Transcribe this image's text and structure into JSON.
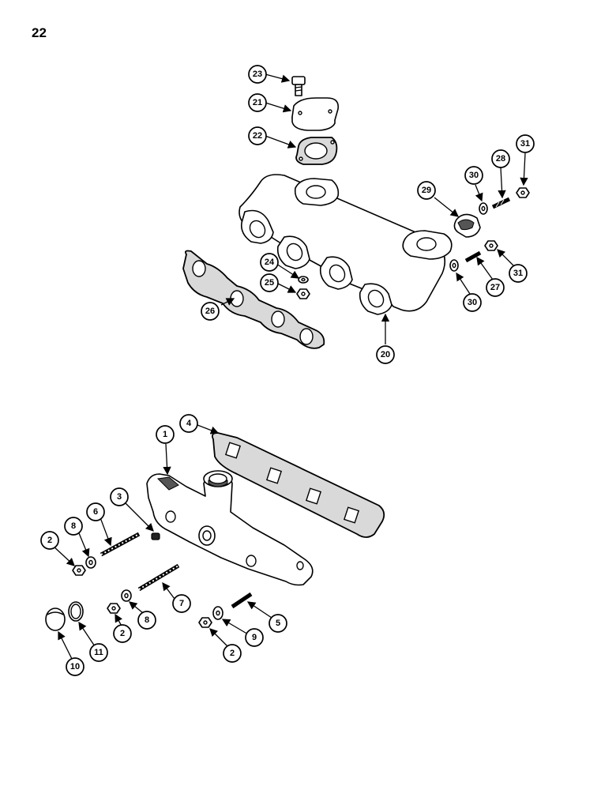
{
  "page_number": "22",
  "callouts": {
    "c23": "23",
    "c21": "21",
    "c22": "22",
    "c31a": "31",
    "c28": "28",
    "c30a": "30",
    "c29": "29",
    "c24": "24",
    "c25": "25",
    "c26": "26",
    "c20": "20",
    "c30b": "30",
    "c27": "27",
    "c31b": "31",
    "c1": "1",
    "c4": "4",
    "c3": "3",
    "c6": "6",
    "c8a": "8",
    "c2a": "2",
    "c7": "7",
    "c8b": "8",
    "c2b": "2",
    "c5": "5",
    "c9": "9",
    "c2c": "2",
    "c10": "10",
    "c11": "11"
  }
}
